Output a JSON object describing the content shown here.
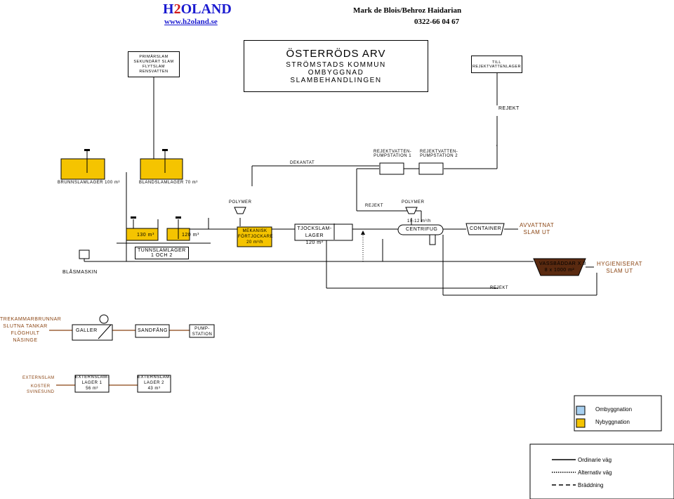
{
  "header": {
    "logo_prefix": "H",
    "logo_digit": "2",
    "logo_suffix": "OLAND",
    "website": "www.h2oland.se",
    "authors": "Mark de Blois/Behroz Haidarian",
    "phone": "0322-66 04 67"
  },
  "title": {
    "line1": "ÖSTERRÖDS ARV",
    "line2": "STRÖMSTADS KOMMUN",
    "line3": "OMBYGGNAD",
    "line4": "SLAMBEHANDLINGEN"
  },
  "inputs_box": {
    "l1": "PRIMÄRSLAM",
    "l2": "SEKUNDÄRT SLAM",
    "l3": "FLYTSLAM",
    "l4": "RENSVATTEN"
  },
  "reject_tank_box": {
    "l1": "TILL",
    "l2": "REJEKTVATTENLAGER"
  },
  "labels": {
    "rejekt_top": "REJEKT",
    "dekantat": "DEKANTAT",
    "pump1_l1": "REJEKTVATTEN-",
    "pump1_l2": "PUMPSTATION 1",
    "pump2_l1": "REJEKTVATTEN-",
    "pump2_l2": "PUMPSTATION 2",
    "brunnslamlager": "BRUNNSLAMLAGER 100 m³",
    "blandslamlager": "BLANDSLAMLAGER 70 m³",
    "polymer1": "POLYMER",
    "rejekt_mid": "REJEKT",
    "polymer2": "POLYMER",
    "tank130": "130 m³",
    "tank120": "120 m³",
    "tunnslam_l1": "TUNNSLAMLAGER",
    "tunnslam_l2": "1 OCH 2",
    "mek_l1": "MEKANISK",
    "mek_l2": "FÖRTJOCKARE",
    "mek_l3": "20 m³/h",
    "tjock_l1": "TJOCKSLAM-",
    "tjock_l2": "LAGER",
    "tjock_l3": "120 m³",
    "centrifug_rate": "10-12 m³/h",
    "centrifug": "CENTRIFUG",
    "container": "CONTAINER",
    "avvattnat_l1": "AVVATTNAT",
    "avvattnat_l2": "SLAM UT",
    "blasmaskin": "BLÅSMASKIN",
    "vass_l1": "VASSBÄDDAR X 8",
    "vass_l2": "8 x 1000 m²",
    "hyg_l1": "HYGIENISERAT",
    "hyg_l2": "SLAM UT",
    "rejekt_low": "REJEKT",
    "trek_l1": "TREKAMMARBRUNNAR",
    "trek_l2": "SLUTNA TANKAR",
    "trek_l3": "FLÖGHULT",
    "trek_l4": "NÄSINGE",
    "galler": "GALLER",
    "sandfang": "SANDFÅNG",
    "pump_l1": "PUMP-",
    "pump_l2": "STATION",
    "extslam": "EXTERNSLAM",
    "koster_l1": "KOSTER",
    "koster_l2": "SVINESUND",
    "ext1_l1": "EXTERNSLAM-",
    "ext1_l2": "LAGER 1",
    "ext1_l3": "56 m³",
    "ext2_l1": "EXTERNSLAM-",
    "ext2_l2": "LAGER 2",
    "ext2_l3": "43 m³"
  },
  "legend": {
    "ombyggnad": "Ombyggnation",
    "nybyggnad": "Nybyggnation",
    "ordinarie": "Ordinarie väg",
    "alternativ": "Alternativ väg",
    "braddning": "Bräddning"
  },
  "colors": {
    "new_build": "#F5C400",
    "rebuild": "#A8D0F0",
    "external_line": "#8B4513",
    "blue_logo": "#1a1ad0",
    "vass_fill": "#5a2a10"
  }
}
